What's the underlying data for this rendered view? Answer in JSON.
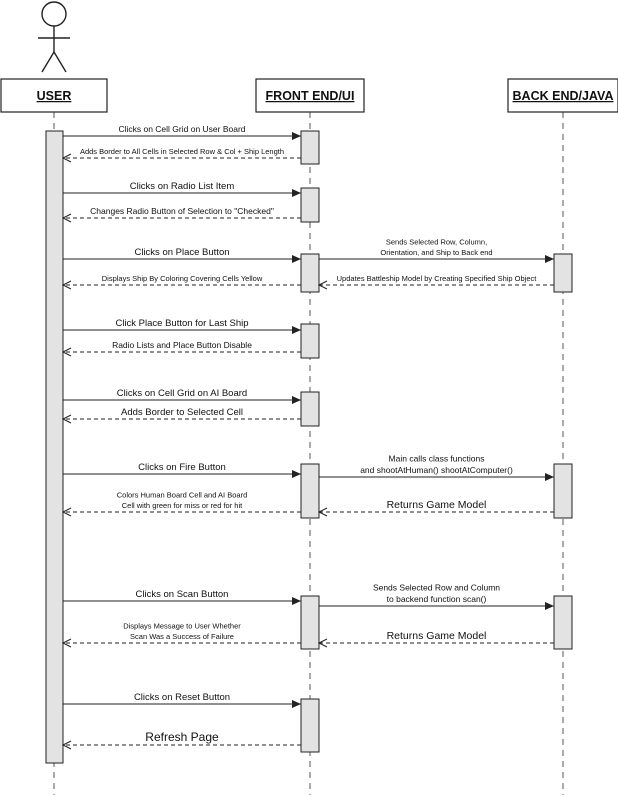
{
  "participants": [
    {
      "id": "user",
      "label": "USER"
    },
    {
      "id": "ui",
      "label": "FRONT END/UI"
    },
    {
      "id": "java",
      "label": "BACK END/JAVA"
    }
  ],
  "messages": [
    {
      "id": "m1",
      "from": "user",
      "to": "ui",
      "kind": "call",
      "lines": [
        "Clicks on Cell Grid on User Board"
      ]
    },
    {
      "id": "m2",
      "from": "ui",
      "to": "user",
      "kind": "return",
      "lines": [
        "Adds Border to All Cells in Selected Row & Col + Ship Length"
      ]
    },
    {
      "id": "m3",
      "from": "user",
      "to": "ui",
      "kind": "call",
      "lines": [
        "Clicks on Radio List Item"
      ]
    },
    {
      "id": "m4",
      "from": "ui",
      "to": "user",
      "kind": "return",
      "lines": [
        "Changes Radio Button of Selection to \"Checked\""
      ]
    },
    {
      "id": "m5",
      "from": "user",
      "to": "ui",
      "kind": "call",
      "lines": [
        "Clicks on Place Button"
      ]
    },
    {
      "id": "m6",
      "from": "ui",
      "to": "java",
      "kind": "call",
      "lines": [
        "Sends Selected Row, Column,",
        "Orientation, and Ship to Back end"
      ]
    },
    {
      "id": "m7",
      "from": "java",
      "to": "ui",
      "kind": "return",
      "lines": [
        "Updates Battleship Model by Creating Specified Ship Object"
      ]
    },
    {
      "id": "m8",
      "from": "ui",
      "to": "user",
      "kind": "return",
      "lines": [
        "Displays Ship By Coloring Covering Cells Yellow"
      ]
    },
    {
      "id": "m9",
      "from": "user",
      "to": "ui",
      "kind": "call",
      "lines": [
        "Click Place Button for Last Ship"
      ]
    },
    {
      "id": "m10",
      "from": "ui",
      "to": "user",
      "kind": "return",
      "lines": [
        "Radio Lists and Place Button Disable"
      ]
    },
    {
      "id": "m11",
      "from": "user",
      "to": "ui",
      "kind": "call",
      "lines": [
        "Clicks on Cell Grid on AI Board"
      ]
    },
    {
      "id": "m12",
      "from": "ui",
      "to": "user",
      "kind": "return",
      "lines": [
        "Adds Border to Selected Cell"
      ]
    },
    {
      "id": "m13",
      "from": "user",
      "to": "ui",
      "kind": "call",
      "lines": [
        "Clicks on Fire Button"
      ]
    },
    {
      "id": "m14",
      "from": "ui",
      "to": "java",
      "kind": "call",
      "lines": [
        "Main calls class functions",
        "and shootAtHuman() shootAtComputer()"
      ]
    },
    {
      "id": "m15",
      "from": "java",
      "to": "ui",
      "kind": "return",
      "lines": [
        "Returns Game Model"
      ]
    },
    {
      "id": "m16",
      "from": "ui",
      "to": "user",
      "kind": "return",
      "lines": [
        "Colors Human Board Cell and AI Board",
        "Cell with green for miss or red for hit"
      ]
    },
    {
      "id": "m17",
      "from": "user",
      "to": "ui",
      "kind": "call",
      "lines": [
        "Clicks on Scan Button"
      ]
    },
    {
      "id": "m18",
      "from": "ui",
      "to": "java",
      "kind": "call",
      "lines": [
        "Sends Selected Row and Column",
        "to backend function scan()"
      ]
    },
    {
      "id": "m19",
      "from": "java",
      "to": "ui",
      "kind": "return",
      "lines": [
        "Returns Game Model"
      ]
    },
    {
      "id": "m20",
      "from": "ui",
      "to": "user",
      "kind": "return",
      "lines": [
        "Displays Message to User Whether",
        "Scan Was a Success of Failure"
      ]
    },
    {
      "id": "m21",
      "from": "user",
      "to": "ui",
      "kind": "call",
      "lines": [
        "Clicks on Reset Button"
      ]
    },
    {
      "id": "m22",
      "from": "ui",
      "to": "user",
      "kind": "return",
      "lines": [
        "Refresh Page"
      ]
    }
  ]
}
